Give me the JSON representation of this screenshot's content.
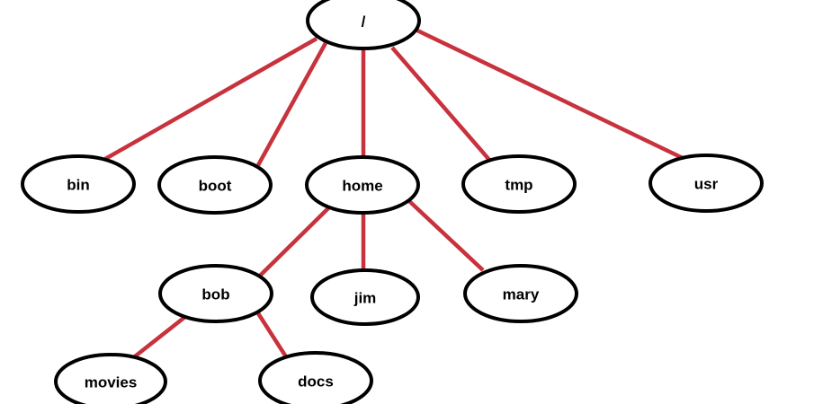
{
  "diagram": {
    "type": "tree",
    "colors": {
      "edge": "#C8323C",
      "node_border": "#000000",
      "node_fill": "#FFFFFF",
      "label": "#000000",
      "background": "#FFFFFF"
    },
    "nodes": [
      {
        "id": "root",
        "label": "/"
      },
      {
        "id": "bin",
        "label": "bin"
      },
      {
        "id": "boot",
        "label": "boot"
      },
      {
        "id": "home",
        "label": "home"
      },
      {
        "id": "tmp",
        "label": "tmp"
      },
      {
        "id": "usr",
        "label": "usr"
      },
      {
        "id": "bob",
        "label": "bob"
      },
      {
        "id": "jim",
        "label": "jim"
      },
      {
        "id": "mary",
        "label": "mary"
      },
      {
        "id": "movies",
        "label": "movies"
      },
      {
        "id": "docs",
        "label": "docs"
      }
    ],
    "edges": [
      {
        "from": "root",
        "to": "bin"
      },
      {
        "from": "root",
        "to": "boot"
      },
      {
        "from": "root",
        "to": "home"
      },
      {
        "from": "root",
        "to": "tmp"
      },
      {
        "from": "root",
        "to": "usr"
      },
      {
        "from": "home",
        "to": "bob"
      },
      {
        "from": "home",
        "to": "jim"
      },
      {
        "from": "home",
        "to": "mary"
      },
      {
        "from": "bob",
        "to": "movies"
      },
      {
        "from": "bob",
        "to": "docs"
      }
    ]
  }
}
